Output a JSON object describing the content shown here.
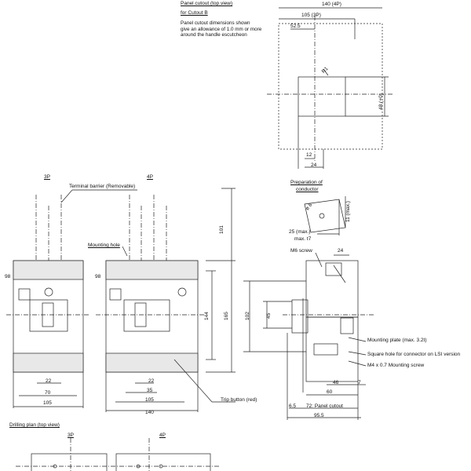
{
  "panel_cutout": {
    "title": "Panel cutout (top view)",
    "subtitle": "for Cutout B",
    "note_lines": [
      "Panel cutout dimensions shown",
      "give an allowance of 1.0 mm or more",
      "around the handle escutcheon"
    ],
    "dim_140_4p": "140 (4P)",
    "dim_105_3p": "105 (3P)",
    "dim_52_5": "52.5",
    "dim_48": "48 (+0)",
    "dim_r1": "R1",
    "dim_12": "12",
    "dim_24": "24"
  },
  "front_view": {
    "label_3p": "3P",
    "label_4p": "4P",
    "terminal_barrier": "Terminal barrier (Removable)",
    "mounting_hole": "Mounting hole",
    "trip_button": "Trip button (red)",
    "dim_98_left": "98",
    "dim_98_right": "98",
    "dim_101": "101",
    "dim_144": "144",
    "dim_165": "165",
    "dim_22_left": "22",
    "dim_70": "70",
    "dim_105_left": "105",
    "dim_22_right": "22",
    "dim_35": "35",
    "dim_105_right": "105",
    "dim_140": "140"
  },
  "conductor": {
    "title_line1": "Preparation of",
    "title_line2": "conductor",
    "dim_phi8": "ø 8",
    "dim_11": "11 (max.)",
    "dim_25": "25 (max.)",
    "dim_t7": "max. t7"
  },
  "side_view": {
    "m6_screw": "M6 screw",
    "dim_24": "24",
    "dim_102": "102",
    "dim_45": "45",
    "mounting_plate": "Mounting plate (max. 3.2t)",
    "square_hole": "Square hole for connector on LSI version",
    "m4_screw": "M4 x 0.7  Mounting screw",
    "dim_46": "46",
    "dim_7": "7",
    "dim_60": "60",
    "dim_6_5": "6.5",
    "dim_72": "72: Panel cutout",
    "dim_95_5": "95.5"
  },
  "drilling_plan": {
    "title": "Drilling plan (top view)",
    "label_3p": "3P",
    "label_4p": "4P"
  }
}
